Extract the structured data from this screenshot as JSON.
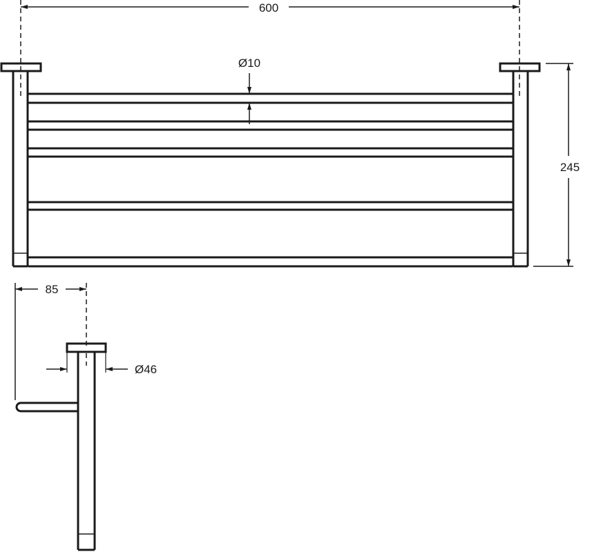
{
  "drawing": {
    "colors": {
      "line": "#1a1a1a",
      "background": "#ffffff"
    },
    "dimensions": {
      "overall_width": "600",
      "bar_diameter": "Ø10",
      "overall_height": "245",
      "projection": "85",
      "flange_diameter": "Ø46"
    }
  }
}
